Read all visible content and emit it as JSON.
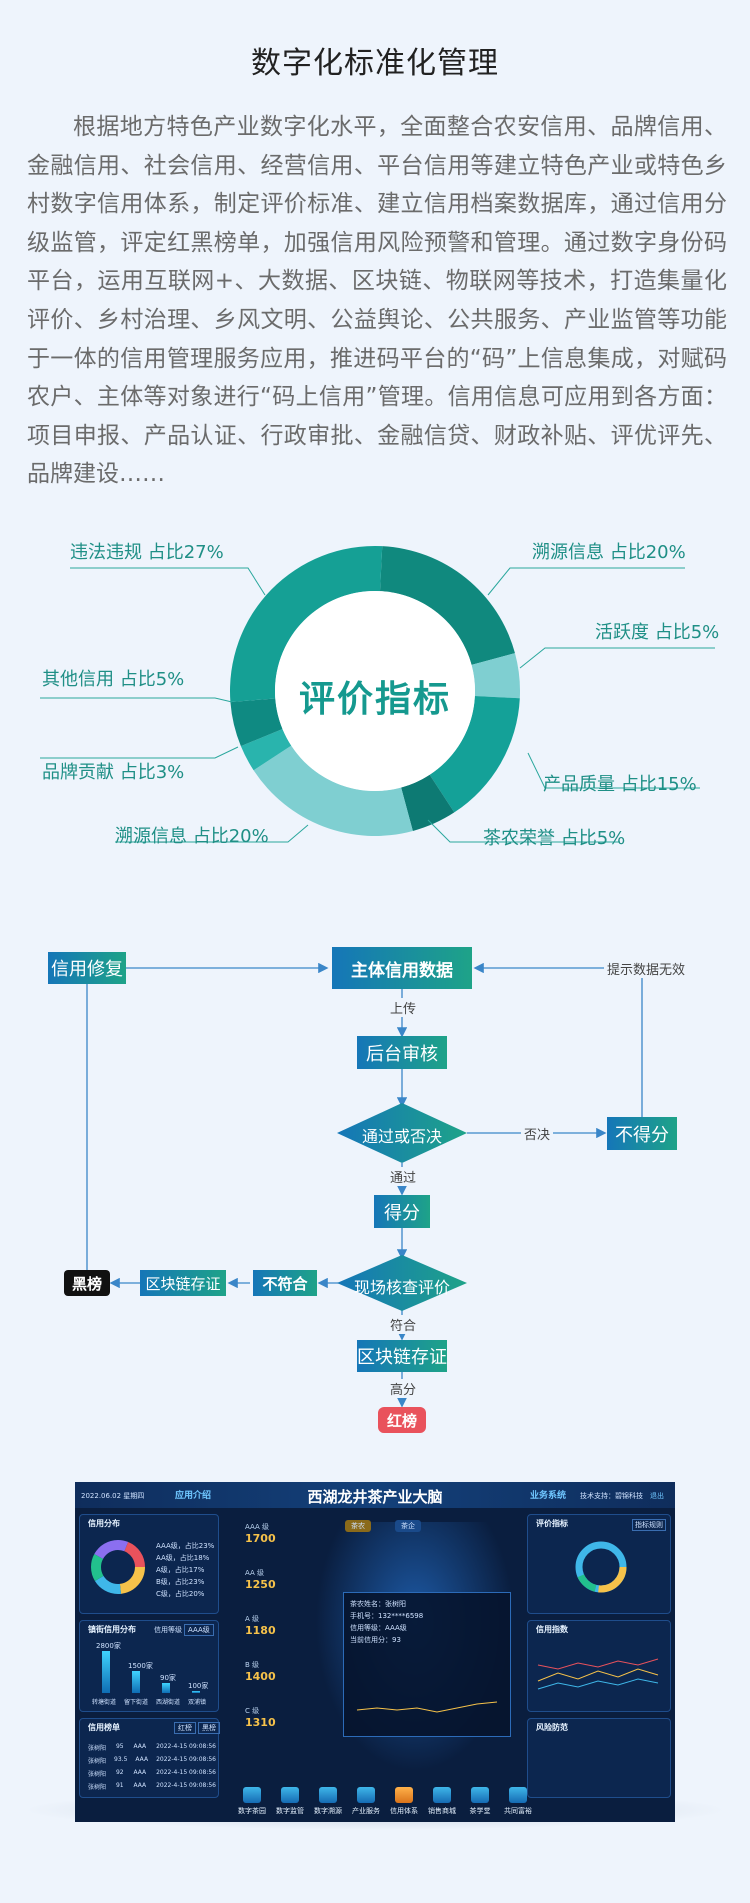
{
  "page": {
    "title": "数字化标准化管理",
    "intro": "根据地方特色产业数字化水平，全面整合农安信用、品牌信用、金融信用、社会信用、经营信用、平台信用等建立特色产业或特色乡村数字信用体系，制定评价标准、建立信用档案数据库，通过信用分级监管，评定红黑榜单，加强信用风险预警和管理。通过数字身份码平台，运用互联网+、大数据、区块链、物联网等技术，打造集量化评价、乡村治理、乡风文明、公益舆论、公共服务、产业监管等功能于一体的信用管理服务应用，推进码平台的“码”上信息集成，对赋码农户、主体等对象进行“码上信用”管理。信用信息可应用到各方面：项目申报、产品认证、行政审批、金融信贷、财政补贴、评优评先、品牌建设……"
  },
  "donut": {
    "center": "评价指标",
    "colors": [
      "#0f8f82",
      "#14a69a",
      "#7fd0d2",
      "#0c7b74",
      "#12a192",
      "#1fb3a9",
      "#0a8a80"
    ],
    "segments": [
      {
        "label": "溯源信息 占比20%",
        "value": 20
      },
      {
        "label": "活跃度 占比5%",
        "value": 5
      },
      {
        "label": "产品质量 占比15%",
        "value": 15
      },
      {
        "label": "茶农荣誉 占比5%",
        "value": 5
      },
      {
        "label": "溯源信息 占比20%",
        "value": 20
      },
      {
        "label": "品牌贡献 占比3%",
        "value": 3
      },
      {
        "label": "其他信用 占比5%",
        "value": 5
      },
      {
        "label": "违法违规 占比27%",
        "value": 27
      }
    ]
  },
  "flow": {
    "main": "主体信用数据",
    "upload": "上传",
    "review": "后台审核",
    "decision": "通过或否决",
    "reject": "否决",
    "no_score": "不得分",
    "invalid": "提示数据无效",
    "pass": "通过",
    "score": "得分",
    "onsite": "现场核查评价",
    "fail": "不符合",
    "chain_left": "区块链存证",
    "blacklist": "黑榜",
    "repair": "信用修复",
    "meet": "符合",
    "chain_bottom": "区块链存证",
    "high": "高分",
    "redlist": "红榜"
  },
  "dashboard": {
    "date": "2022.06.02 星期四",
    "tab_left": "应用介绍",
    "title": "西湖龙井茶产业大脑",
    "tab_right": "业务系统",
    "support": "技术支持：碧锦科技",
    "exit": "退出",
    "credit_dist": "信用分布",
    "dist_items": [
      "AAA级，占比23%",
      "AA级，占比18%",
      "A级，占比17%",
      "B级，占比23%",
      "C级，占比20%"
    ],
    "town_dist": "镇街信用分布",
    "grade_sel": "信用等级",
    "grade_val": "AAA级",
    "bars": [
      "2800家",
      "1500家",
      "90家",
      "100家"
    ],
    "bar_names": [
      "转塘街道",
      "留下街道",
      "西湖街道",
      "双浦镇"
    ],
    "credit_rank": "信用榜单",
    "red": "红榜",
    "black": "黑榜",
    "rank_rows": [
      [
        "张树阳",
        "95",
        "AAA",
        "2022-4-15 09:08:56"
      ],
      [
        "张树阳",
        "93.5",
        "AAA",
        "2022-4-15 09:08:56"
      ],
      [
        "张树阳",
        "92",
        "AAA",
        "2022-4-15 09:08:56"
      ],
      [
        "张树阳",
        "91",
        "AAA",
        "2022-4-15 09:08:56"
      ]
    ],
    "grades": [
      {
        "name": "AAA 级",
        "num": "1700"
      },
      {
        "name": "AA 级",
        "num": "1250"
      },
      {
        "name": "A 级",
        "num": "1180"
      },
      {
        "name": "B 级",
        "num": "1400"
      },
      {
        "name": "C 级",
        "num": "1310"
      }
    ],
    "tea": "茶农",
    "enterprise": "茶企",
    "card_name": "茶农姓名：张树阳",
    "card_phone": "手机号：132****6598",
    "card_grade": "信用等级：AAA级",
    "card_score": "当前信用分：93",
    "eval_index": "评价指标",
    "index_rule": "指标规则",
    "credit_index": "信用指数",
    "risk": "风险防范",
    "nav": [
      "数字茶园",
      "数字监管",
      "数字溯源",
      "产业服务",
      "信用体系",
      "销售商城",
      "茶学堂",
      "共同富裕"
    ]
  }
}
